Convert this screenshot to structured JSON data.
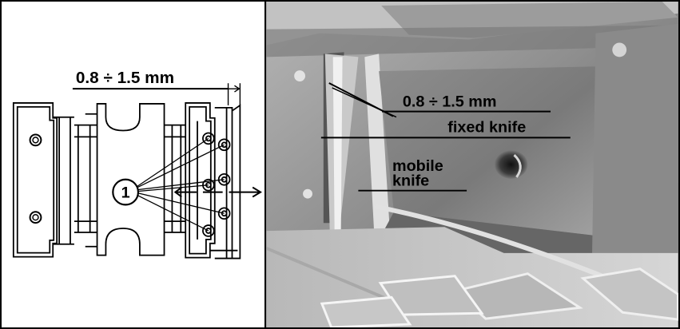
{
  "diagram": {
    "gap_label": "0.8 ÷ 1.5 mm",
    "part_number": "1"
  },
  "photo": {
    "gap_label": "0.8 ÷ 1.5 mm",
    "fixed_knife_label": "fixed knife",
    "mobile_label": "mobile",
    "knife_label": "knife"
  }
}
